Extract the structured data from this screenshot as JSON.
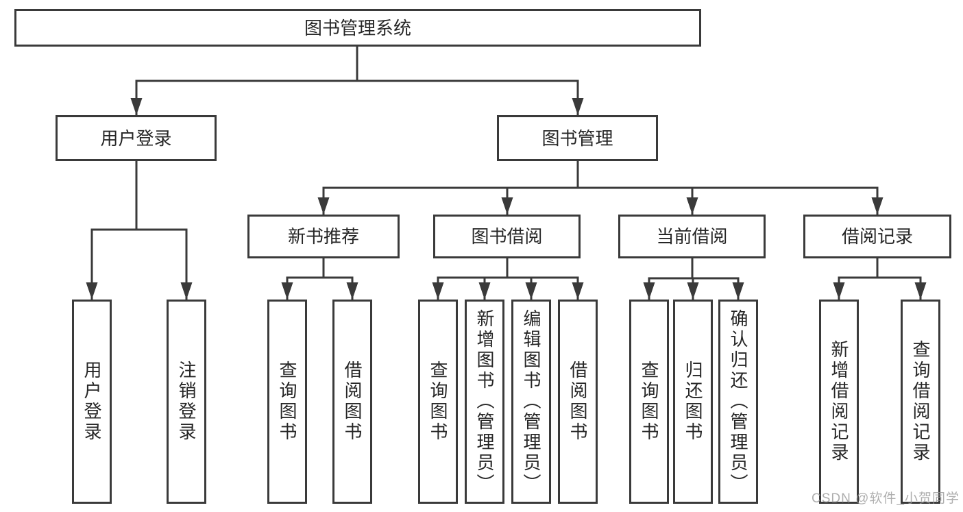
{
  "root": {
    "label": "图书管理系统"
  },
  "level2": [
    {
      "id": "user-login",
      "label": "用户登录",
      "parent": "图书管理系统"
    },
    {
      "id": "book-management",
      "label": "图书管理",
      "parent": "图书管理系统"
    }
  ],
  "level3": [
    {
      "id": "new-book-recommendation",
      "label": "新书推荐",
      "parent": "图书管理"
    },
    {
      "id": "book-borrowing",
      "label": "图书借阅",
      "parent": "图书管理"
    },
    {
      "id": "current-borrowing",
      "label": "当前借阅",
      "parent": "图书管理"
    },
    {
      "id": "borrowing-records",
      "label": "借阅记录",
      "parent": "图书管理"
    }
  ],
  "leaves": [
    {
      "label": "用户登录",
      "parent": "用户登录"
    },
    {
      "label": "注销登录",
      "parent": "用户登录"
    },
    {
      "label": "查询图书",
      "parent": "新书推荐"
    },
    {
      "label": "借阅图书",
      "parent": "新书推荐"
    },
    {
      "label": "查询图书",
      "parent": "图书借阅"
    },
    {
      "label": "新增图书（管理员）",
      "parent": "图书借阅"
    },
    {
      "label": "编辑图书（管理员）",
      "parent": "图书借阅"
    },
    {
      "label": "借阅图书",
      "parent": "图书借阅"
    },
    {
      "label": "查询图书",
      "parent": "当前借阅"
    },
    {
      "label": "归还图书",
      "parent": "当前借阅"
    },
    {
      "label": "确认归还（管理员）",
      "parent": "当前借阅"
    },
    {
      "label": "新增借阅记录",
      "parent": "借阅记录"
    },
    {
      "label": "查询借阅记录",
      "parent": "借阅记录"
    }
  ],
  "watermark": "CSDN @软件_小贺同学",
  "colors": {
    "line": "#3a3a3a",
    "box_border": "#3a3a3a",
    "text": "#262626",
    "background": "#ffffff",
    "watermark": "#9a9a9a"
  }
}
